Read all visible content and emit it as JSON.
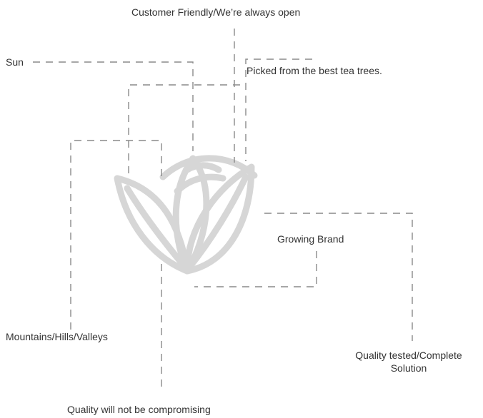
{
  "labels": {
    "customer_friendly": "Customer Friendly/We’re always open",
    "sun": "Sun",
    "picked": "Picked from the best tea trees.",
    "growing_brand": "Growing Brand",
    "mountains": "Mountains/Hills/Valleys",
    "quality_tested_line1": "Quality tested/Complete",
    "quality_tested_line2": "Solution",
    "quality_compromise": "Quality will not be compromising"
  },
  "colors": {
    "text": "#333333",
    "dashed_line": "#8a8a8a",
    "logo": "#d6d6d6"
  },
  "icon": "tea-leaf-logo-icon"
}
